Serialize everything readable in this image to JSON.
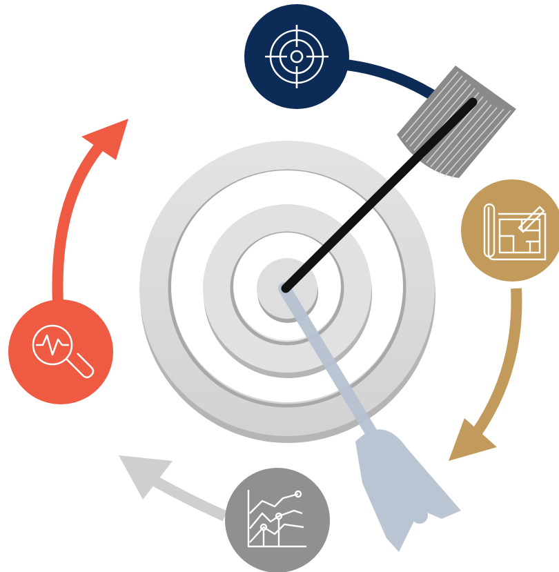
{
  "diagram": {
    "kind": "target-cycle-infographic",
    "steps": [
      {
        "order": 1,
        "icon": "crosshair-target-icon",
        "color": "#0c2b57"
      },
      {
        "order": 2,
        "icon": "blueprint-plan-icon",
        "color": "#c29b5c"
      },
      {
        "order": 3,
        "icon": "line-chart-icon",
        "color": "#8f918e"
      },
      {
        "order": 4,
        "icon": "magnifier-pulse-icon",
        "color": "#ee5a42"
      }
    ],
    "center": {
      "icon": "bullseye-with-arrow",
      "ring_color": "#dcdcdc",
      "arrow_color": "#111111",
      "fletching_color": "#8a8a8a",
      "shadow_color": "#b7c2d1"
    }
  }
}
